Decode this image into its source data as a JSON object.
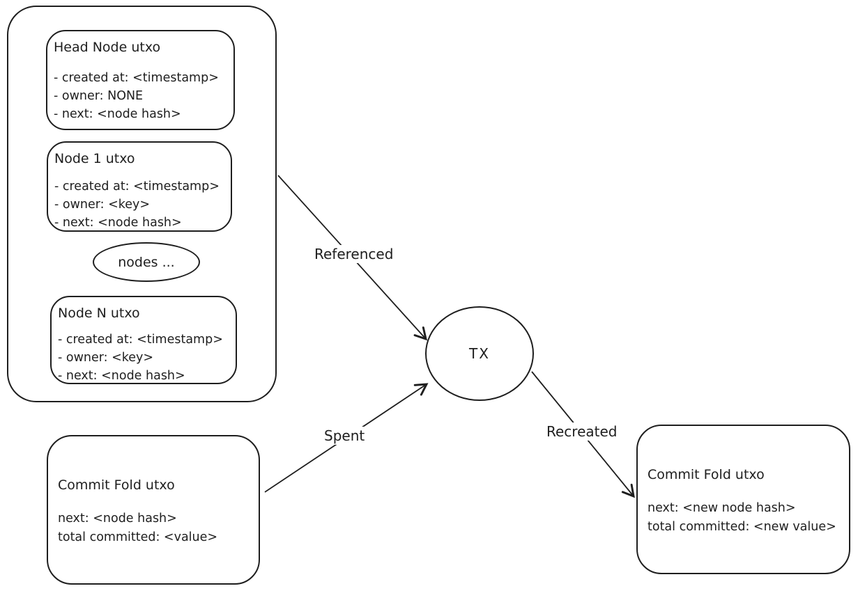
{
  "diagram": {
    "stroke_color": "#1e1e1e",
    "background_color": "#ffffff",
    "style": "hand-drawn"
  },
  "nodes_panel": {
    "head_node": {
      "title": "Head Node utxo",
      "fields": [
        "- created at: <timestamp>",
        "- owner: NONE",
        "- next: <node hash>"
      ]
    },
    "node_1": {
      "title": "Node 1 utxo",
      "fields": [
        "- created at: <timestamp>",
        "- owner: <key>",
        "- next: <node hash>"
      ]
    },
    "nodes_ellipsis": "nodes ...",
    "node_n": {
      "title": "Node N utxo",
      "fields": [
        "- created at: <timestamp>",
        "- owner: <key>",
        "- next: <node hash>"
      ]
    }
  },
  "commit_fold_input": {
    "title": "Commit Fold utxo",
    "fields": [
      "next: <node hash>",
      "total committed: <value>"
    ]
  },
  "commit_fold_output": {
    "title": "Commit Fold utxo",
    "fields": [
      "next: <new node hash>",
      "total committed: <new value>"
    ]
  },
  "tx": {
    "label": "TX"
  },
  "edges": {
    "referenced": "Referenced",
    "spent": "Spent",
    "recreated": "Recreated"
  }
}
